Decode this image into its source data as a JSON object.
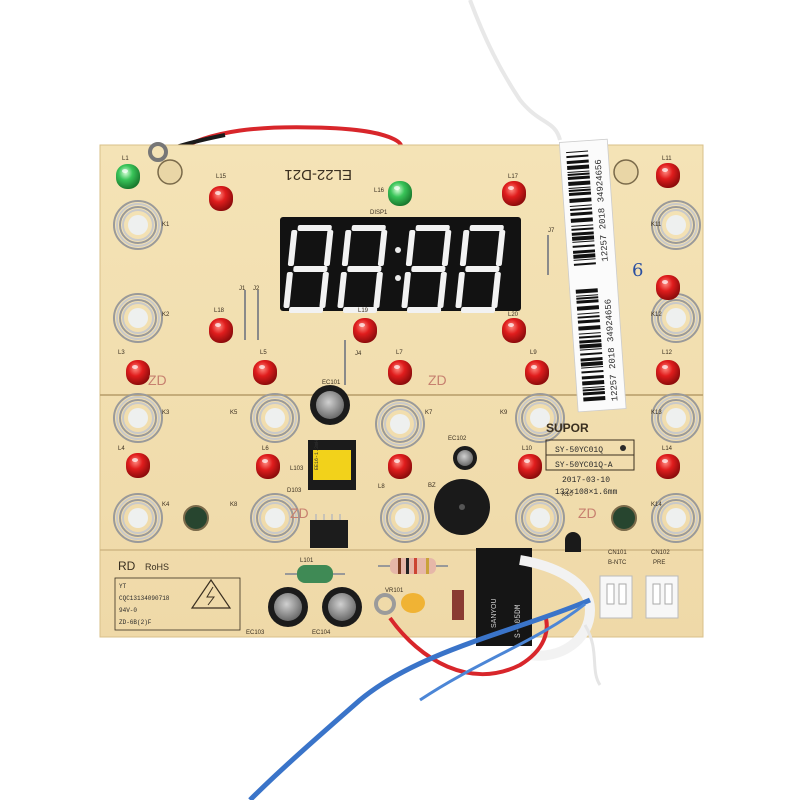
{
  "board": {
    "model_label": "EL22-D21",
    "display_label": "DISP1",
    "display_digits": "8888",
    "brand": "SUPOR",
    "rd": "RD",
    "rohs": "RoHS",
    "cert_lines": [
      "YT",
      "CQC13134090718",
      "94V-0",
      "ZD-6B(2)F"
    ],
    "spec_lines": [
      "SY-50YC01Q",
      "SY-50YC01Q-A",
      "2017-03-10",
      "132×108×1.6mm"
    ],
    "barcode_text": "12257 2018 34924656",
    "connectors": [
      {
        "ref": "CN101",
        "name": "B-NTC"
      },
      {
        "ref": "CN102",
        "name": "PRE"
      }
    ],
    "relay_text": "SANYOU",
    "relay_model": "S-105DM",
    "transformer_text": "EE16-1.3mH",
    "component_labels": {
      "ec101": "EC101",
      "ec102": "EC102",
      "ec103": "EC103",
      "ec104": "EC104",
      "bz": "BZ",
      "l101": "L101",
      "l103": "L103",
      "d103": "D103",
      "j1": "J1",
      "j2": "J2",
      "j4": "J4",
      "j7": "J7",
      "vr": "VR101",
      "zd1": "ZD",
      "zd2": "ZD",
      "zd3": "ZD",
      "zd4": "ZD"
    },
    "led_labels": [
      "L1",
      "L15",
      "L16",
      "L17",
      "L11",
      "L18",
      "L19",
      "L20",
      "L3",
      "L5",
      "L7",
      "L9",
      "L12",
      "L4",
      "L6",
      "L8",
      "L10",
      "L14"
    ],
    "key_labels": [
      "K1",
      "K11",
      "K2",
      "K12",
      "K3",
      "K5",
      "K7",
      "K9",
      "K13",
      "K4",
      "K8",
      "K10",
      "K14"
    ],
    "handwritten": "6"
  }
}
